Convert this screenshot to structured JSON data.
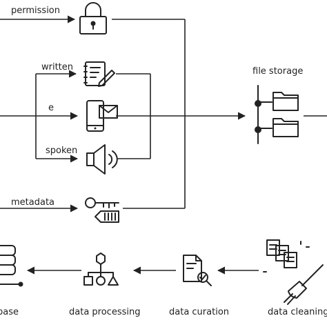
{
  "labels": {
    "permission": "permission",
    "written": "written",
    "e": "e",
    "spoken": "spoken",
    "metadata": "metadata",
    "file_storage": "file storage",
    "base": "base",
    "data_processing": "data processing",
    "data_curation": "data curation",
    "data_cleaning": "data cleaning"
  },
  "icons": {
    "permission": "lock-icon",
    "written": "document-pen-icon",
    "e": "phone-mail-icon",
    "spoken": "speaker-icon",
    "metadata": "key-tag-icon",
    "file_storage": "folder-tree-icon",
    "base": "database-icon",
    "data_processing": "flowchart-shapes-icon",
    "data_curation": "document-magnifier-icon",
    "data_cleaning": "broom-documents-icon"
  }
}
